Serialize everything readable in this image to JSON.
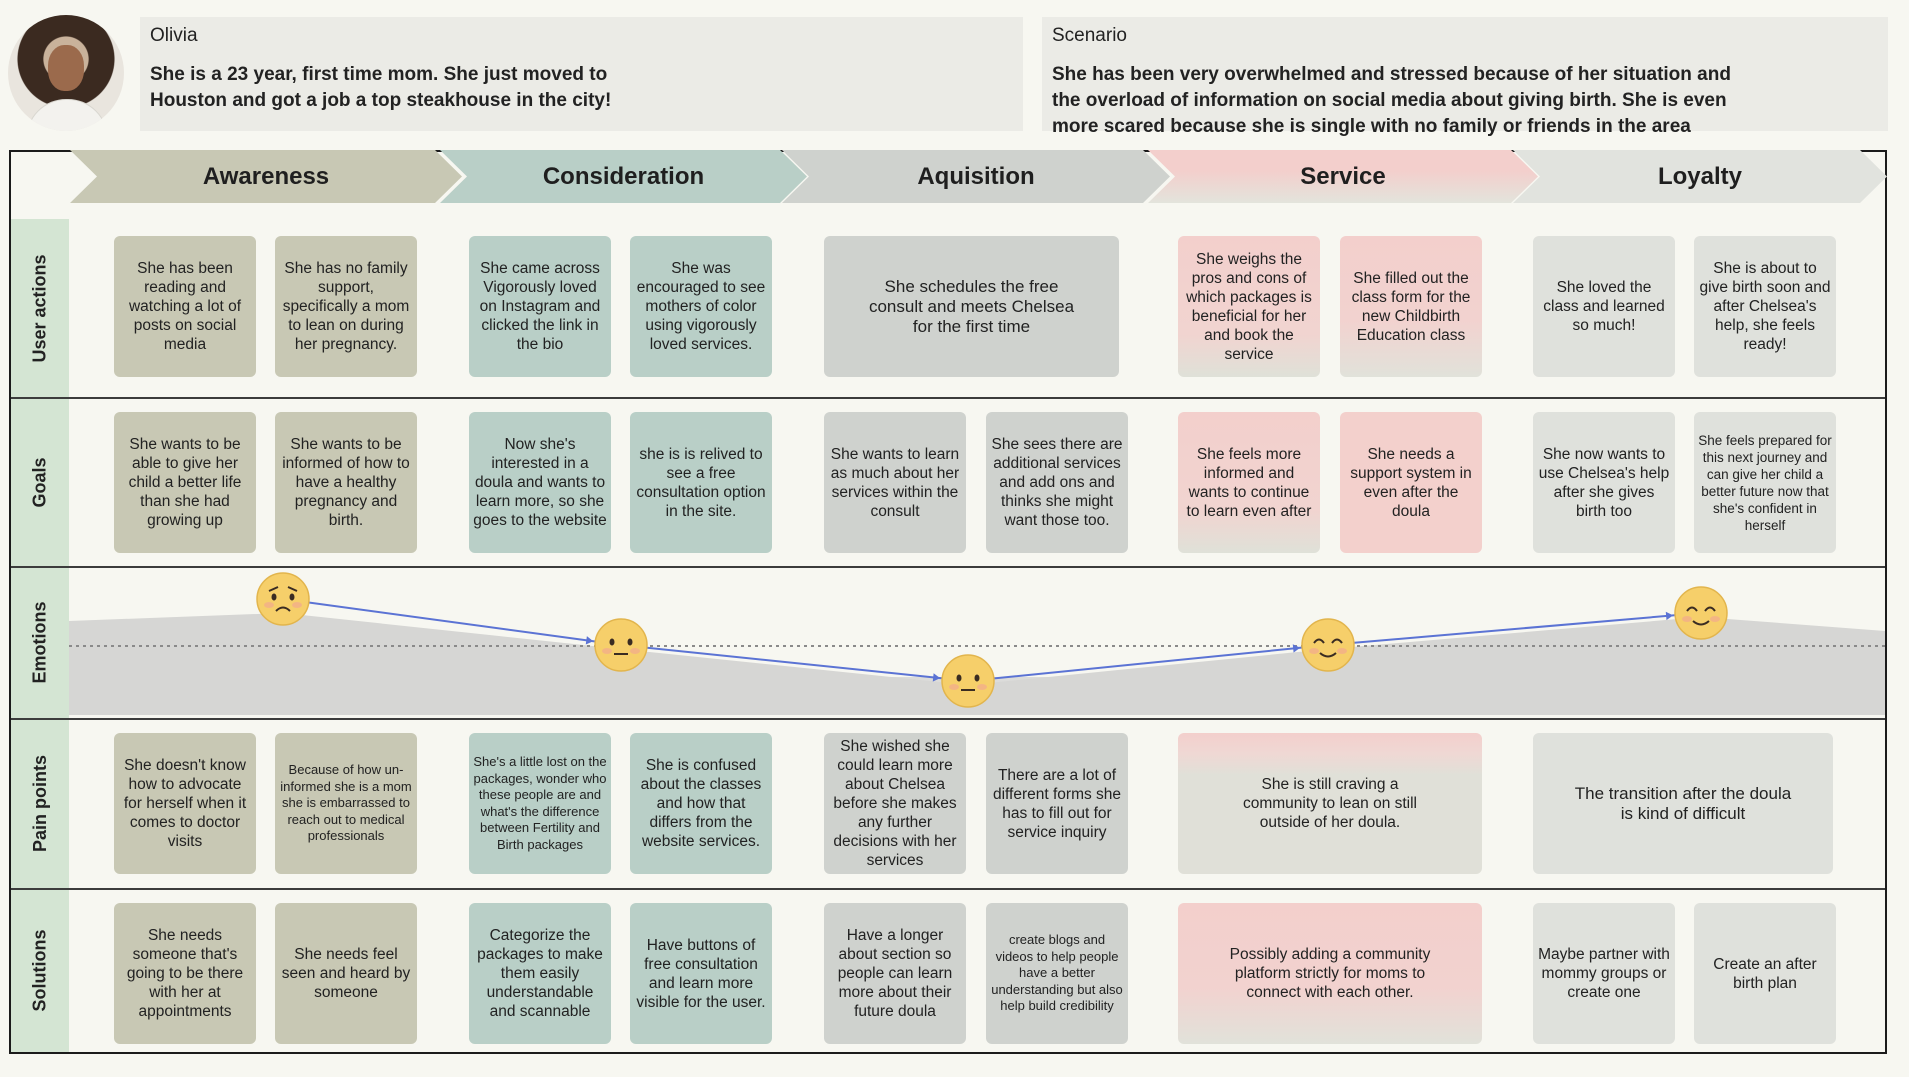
{
  "persona": {
    "name": "Olivia",
    "description_lines": [
      "She is a 23 year, first time mom. She just moved to",
      "Houston and got a job a top steakhouse in the city!"
    ]
  },
  "scenario": {
    "title": "Scenario",
    "description_lines": [
      "She has been very overwhelmed and stressed because of her situation and",
      "the overload of information on social media about giving birth. She is even",
      "more scared because she is single with no family or friends in the area"
    ]
  },
  "stages": [
    "Awareness",
    "Consideration",
    "Aquisition",
    "Service",
    "Loyalty"
  ],
  "rows": [
    "User actions",
    "Goals",
    "Emotions",
    "Pain points",
    "Solutions"
  ],
  "user_actions": {
    "a1": "She has been reading and watching a lot of posts on social media",
    "a2": "She has no family support, specifically a mom to lean on during her pregnancy.",
    "c1": "She came across Vigorously loved on Instagram and clicked the link in the bio",
    "c2": "She was encouraged to see mothers of color using vigorously loved services.",
    "q1": "She schedules the free consult and meets Chelsea for the first time",
    "s1": "She weighs the pros and cons of which packages is beneficial for her and book the service",
    "s2": "She filled out the class form for the new Childbirth Education class",
    "l1": "She loved the class and learned so much!",
    "l2": "She is about to give birth soon and after Chelsea's help, she feels ready!"
  },
  "goals": {
    "a1": "She wants to be able to give her child a better life than she had growing up",
    "a2": "She wants to be informed of how to have a healthy pregnancy and birth.",
    "c1": "Now she's interested in a doula and wants to learn more, so she goes to the website",
    "c2": "she is is relived to see a free consultation option in the site.",
    "q1": "She wants to learn as much about her services within the consult",
    "q2": "She sees there are additional services and add ons and thinks she might want those too.",
    "s1": "She feels more informed and wants to continue to learn even after",
    "s2": "She needs a support system in even after the doula",
    "l1": "She now wants to use Chelsea's help after she gives birth too",
    "l2": "She feels prepared for this next journey and can give her child a better future now that she's confident in herself"
  },
  "emotions": {
    "faces": [
      "worried-face-icon",
      "neutral-face-icon",
      "neutral-face-icon",
      "smiling-face-icon",
      "smiling-face-icon"
    ],
    "level": [
      0.82,
      0.55,
      0.28,
      0.55,
      0.82
    ],
    "line_color": "#5b73d4",
    "face_color": "#f6cf6a"
  },
  "pain_points": {
    "a1": "She doesn't know how to advocate for herself when it comes to doctor visits",
    "a2": "Because of how un-informed she is a mom she is embarrassed to reach out to medical professionals",
    "c1": "She's a little lost on the packages, wonder who these people are and what's the difference between Fertility and Birth packages",
    "c2": "She is confused about the classes and how that differs from the website services.",
    "q1": "She wished she could learn more about Chelsea before she makes any further decisions with her services",
    "q2": "There are a lot of different forms she has to fill out for service inquiry",
    "s1": "She is still craving a community to lean on still outside of her doula.",
    "l1": "The transition after the doula is kind of difficult"
  },
  "solutions": {
    "a1": "She needs someone that's going to be there with her at appointments",
    "a2": "She needs feel seen and heard by someone",
    "c1": "Categorize the packages to make them easily understandable and scannable",
    "c2": "Have buttons of free consultation and learn more visible for the user.",
    "q1": "Have a longer about section so people can learn more about their future doula",
    "q2": "create blogs and videos to help people have a better understanding but also help build credibility",
    "s1": "Possibly adding a community platform strictly for moms to connect with each other.",
    "l1": "Maybe partner with mommy groups or create one",
    "l2": "Create an after birth plan"
  },
  "colors": {
    "awareness": "#c8c8b4",
    "consideration": "#b9cfc7",
    "aquisition": "#cfd2ce",
    "service": "#f3cfcc",
    "loyalty": "#dfe1dc",
    "row_label_bg": "#d4e5d3"
  }
}
